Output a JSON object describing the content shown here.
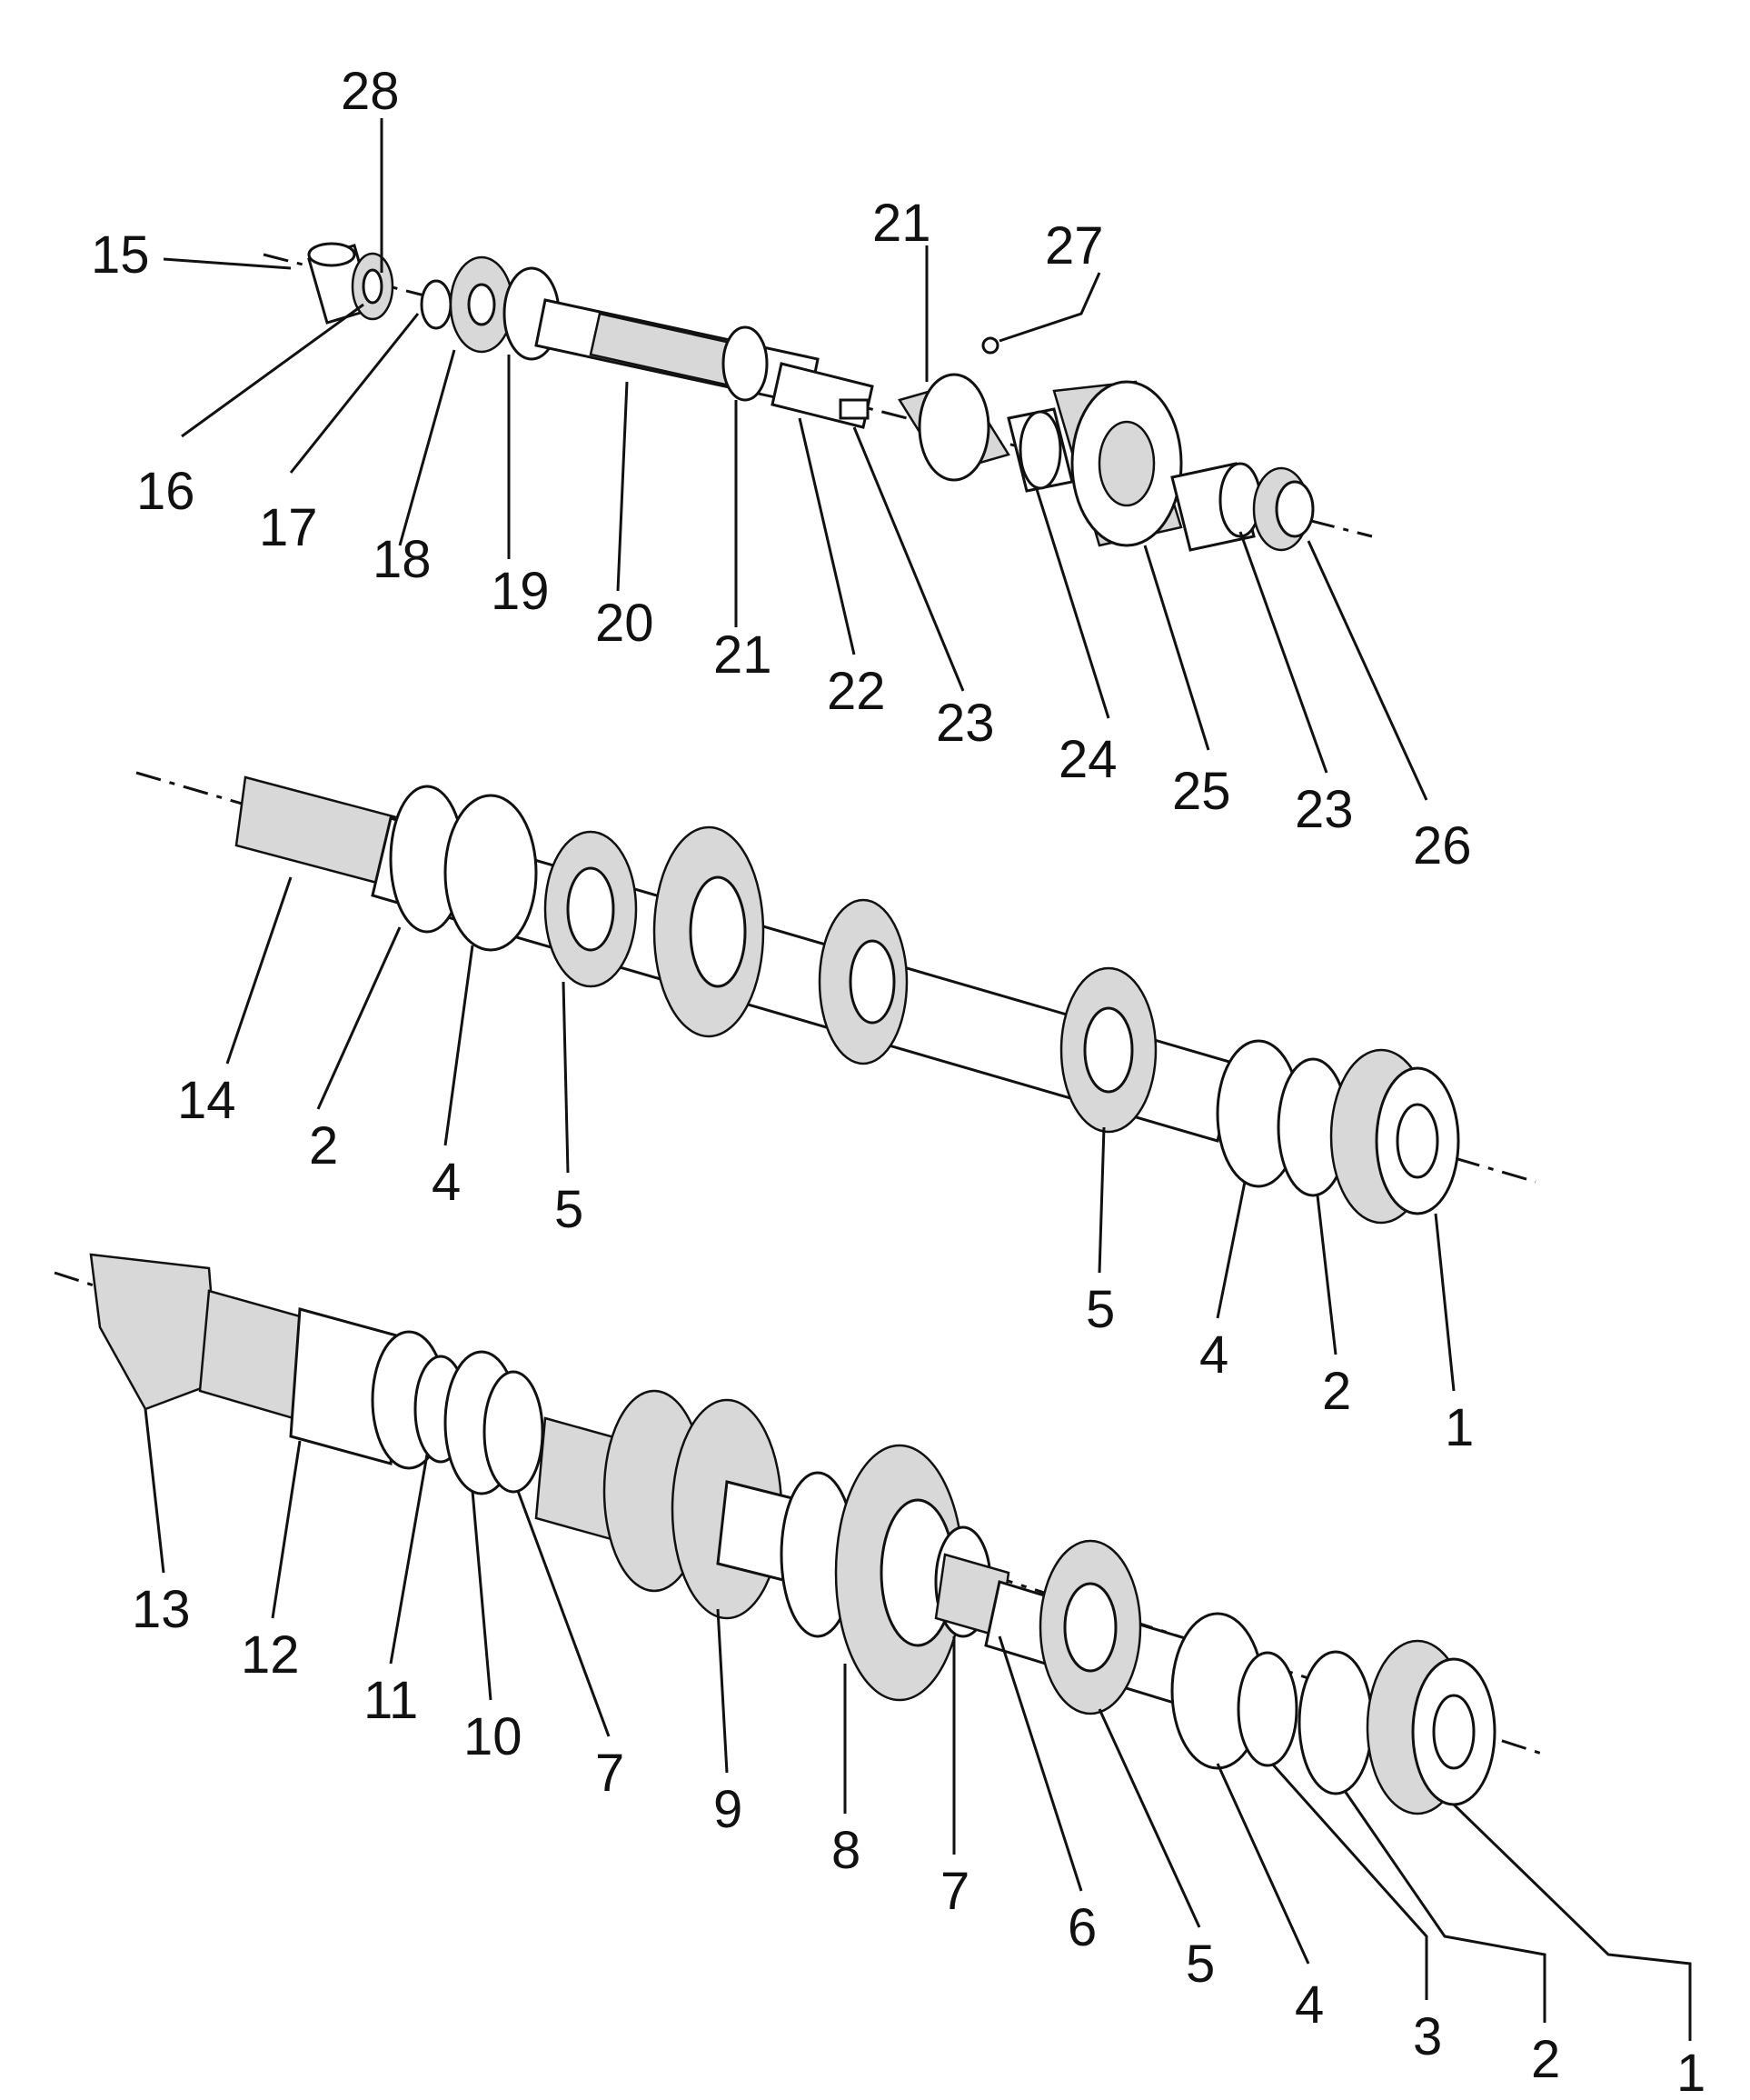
{
  "diagram": {
    "assemblies": [
      {
        "id": "upper-shaft-assembly",
        "labels": [
          "28",
          "15",
          "16",
          "17",
          "18",
          "19",
          "20",
          "21",
          "22",
          "23",
          "24",
          "25",
          "23",
          "26",
          "21",
          "27"
        ]
      },
      {
        "id": "middle-shaft-assembly",
        "labels": [
          "14",
          "2",
          "4",
          "5",
          "5",
          "4",
          "2",
          "1"
        ]
      },
      {
        "id": "lower-shaft-assembly",
        "labels": [
          "13",
          "12",
          "11",
          "10",
          "7",
          "9",
          "8",
          "7",
          "6",
          "5",
          "4",
          "3",
          "2",
          "1"
        ]
      }
    ]
  }
}
